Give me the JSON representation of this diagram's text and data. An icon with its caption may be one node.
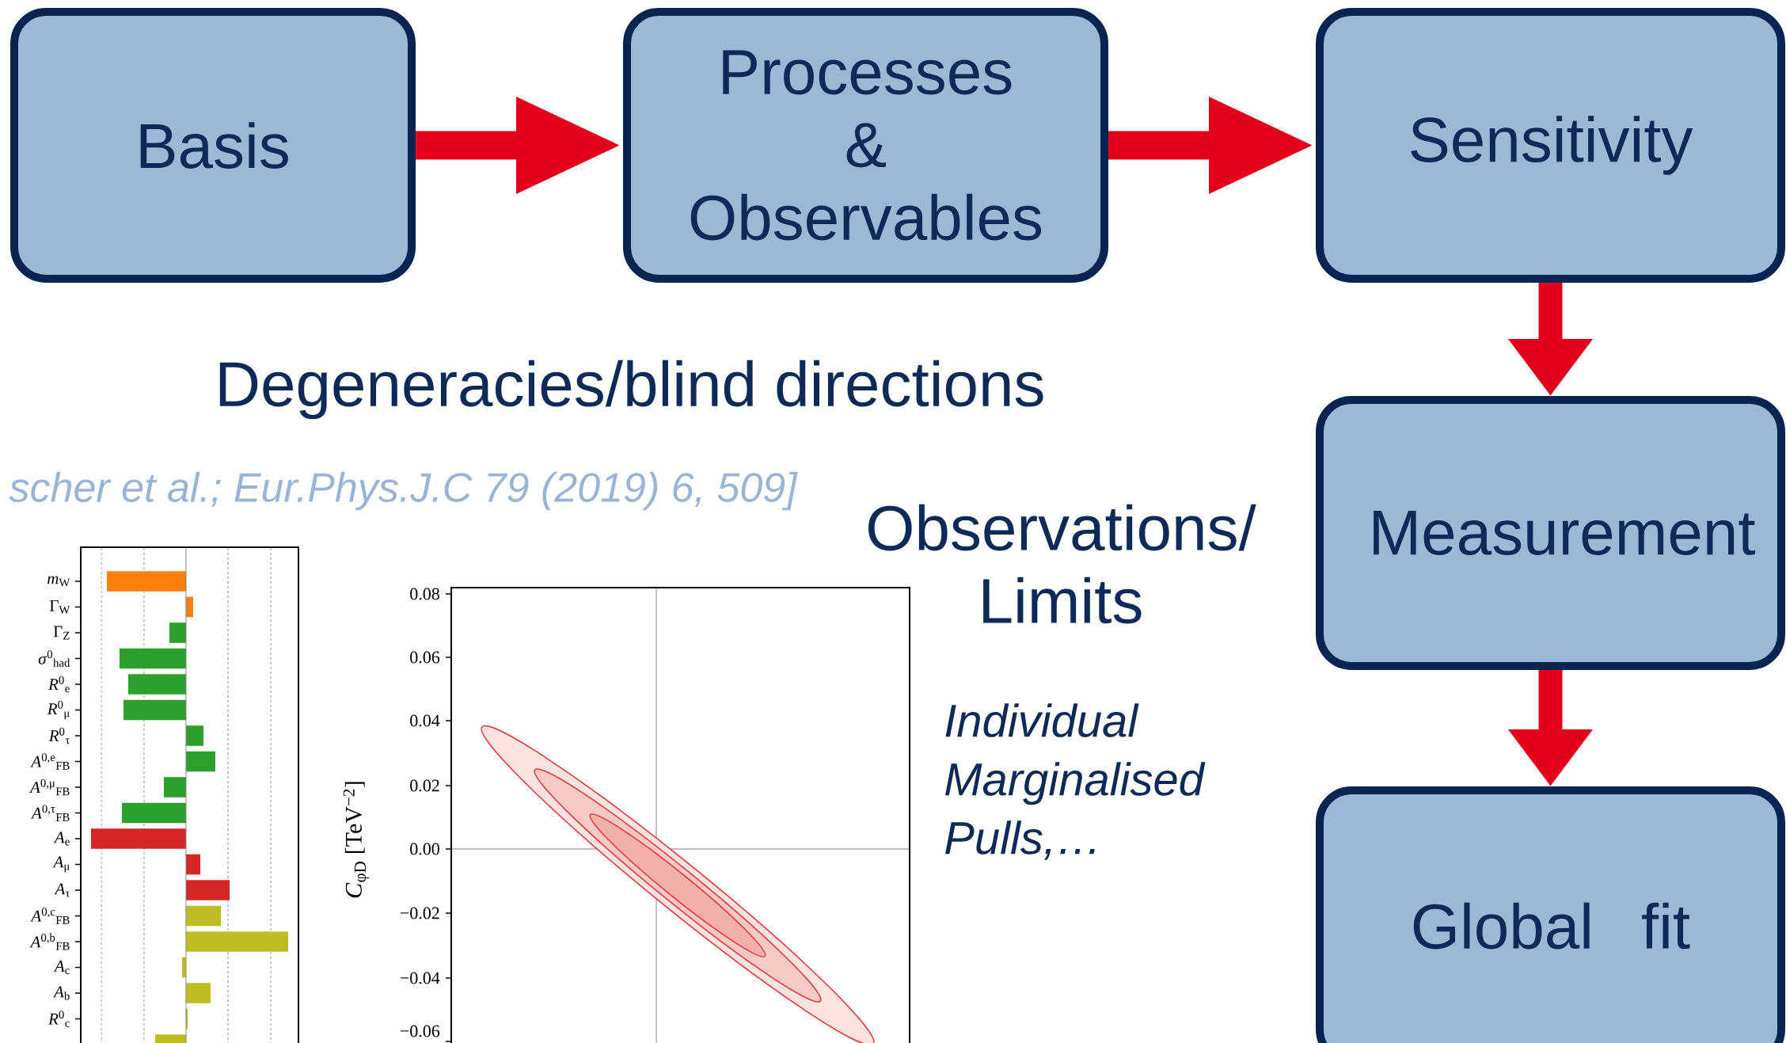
{
  "diagram": {
    "nodes": [
      {
        "text": [
          "Basis"
        ]
      },
      {
        "text": [
          "Processes & Observables"
        ]
      },
      {
        "text": [
          "Sensitivity"
        ]
      },
      {
        "text": [
          "Measurement"
        ]
      },
      {
        "text": [
          "Global fit"
        ]
      }
    ],
    "edges": [
      {
        "from": 0,
        "to": 1,
        "arrow": "to"
      },
      {
        "from": 1,
        "to": 2,
        "arrow": "to"
      },
      {
        "from": 2,
        "to": 3,
        "arrow": "to"
      },
      {
        "from": 3,
        "to": 4,
        "arrow": "to"
      }
    ],
    "labels": [
      "Degeneracies/blind directions",
      "scher et al.; Eur.Phys.J.C 79 (2019) 6, 509]",
      "Observations/ Limits",
      "Individual Marginalised Pulls,…",
      "*m*$_{W}$",
      "Γ$_{W}$",
      "Γ$_{Z}$",
      "*σ*$^{0}$$_{had}$",
      "*R*$^{0}$$_{e}$",
      "*R*$^{0}$$_{μ}$",
      "*R*$^{0}$$_{τ}$",
      "*A*$^{0,e}$$_{FB}$",
      "*A*$^{0,μ}$$_{FB}$",
      "*A*$^{0,τ}$$_{FB}$",
      "*A*$_{e}$",
      "*A*$_{μ}$",
      "*A*$_{τ}$",
      "*A*$^{0,c}$$_{FB}$",
      "*A*$^{0,b}$$_{FB}$",
      "*A*$_{c}$",
      "*A*$_{b}$",
      "*R*$^{0}$$_{c}$",
      "0.08",
      "0.06",
      "0.04",
      "0.02",
      "0.00",
      "−0.02",
      "−0.04",
      "−0.06",
      "*C*$_{φD}$ [TeV$^{−2}$]"
    ]
  }
}
